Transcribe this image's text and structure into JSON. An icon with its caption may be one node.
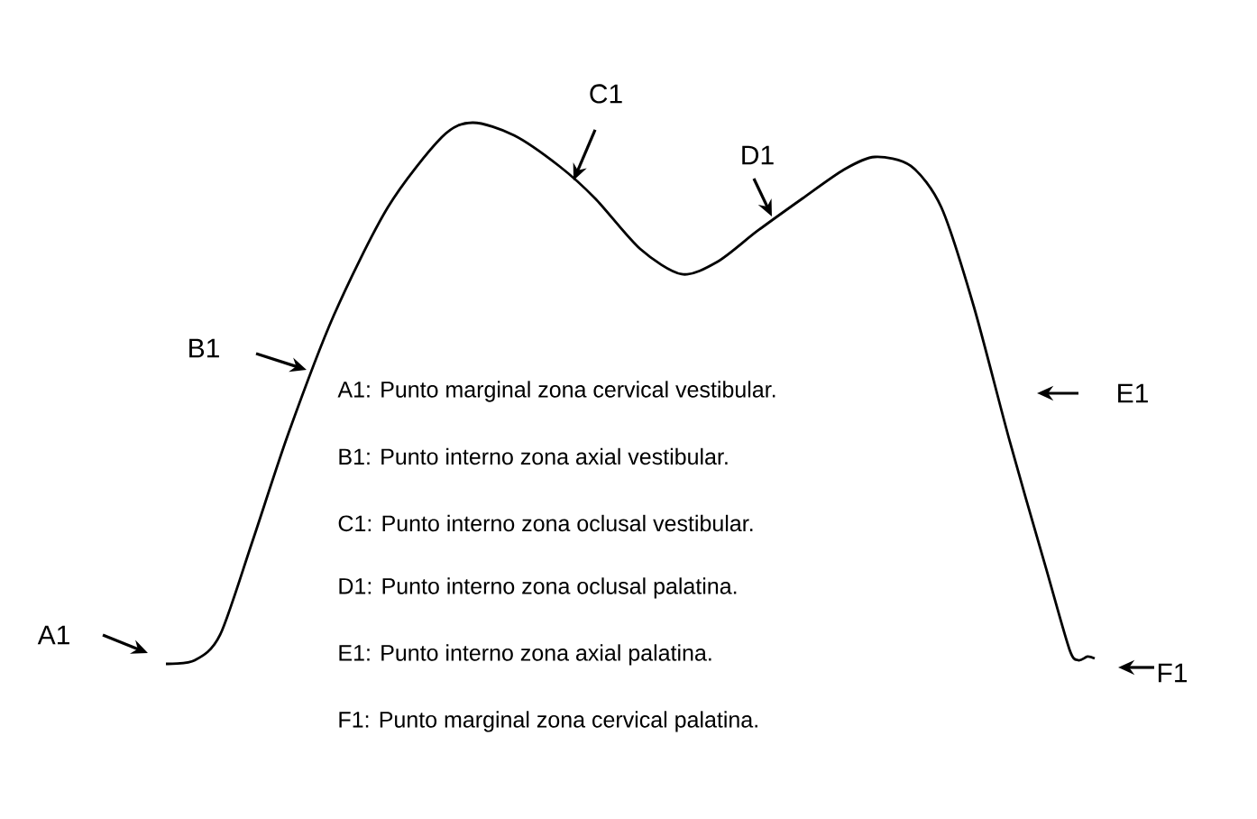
{
  "diagram": {
    "nodes": [
      {
        "text": [
          "A1"
        ]
      },
      {
        "text": [
          "B1"
        ]
      },
      {
        "text": [
          "C1"
        ]
      },
      {
        "text": [
          "D1"
        ]
      },
      {
        "text": [
          "E1"
        ]
      },
      {
        "text": [
          "F1"
        ]
      }
    ],
    "edges": [
      {
        "from": 0,
        "to": null,
        "arrow": "to"
      },
      {
        "from": 1,
        "to": null,
        "arrow": "to"
      },
      {
        "from": 2,
        "to": null,
        "arrow": "to"
      },
      {
        "from": 3,
        "to": null,
        "arrow": "to"
      },
      {
        "from": 4,
        "to": null,
        "arrow": "to"
      },
      {
        "from": 5,
        "to": null,
        "arrow": "to"
      }
    ],
    "labels": [
      "A1: Punto marginal zona cervical vestibular.",
      "B1: Punto interno zona axial vestibular.",
      "C1: Punto interno zona oclusal vestibular.",
      "D1: Punto interno zona oclusal palatina.",
      "E1: Punto interno zona axial palatina.",
      "F1: Punto marginal zona cervical palatina."
    ]
  }
}
